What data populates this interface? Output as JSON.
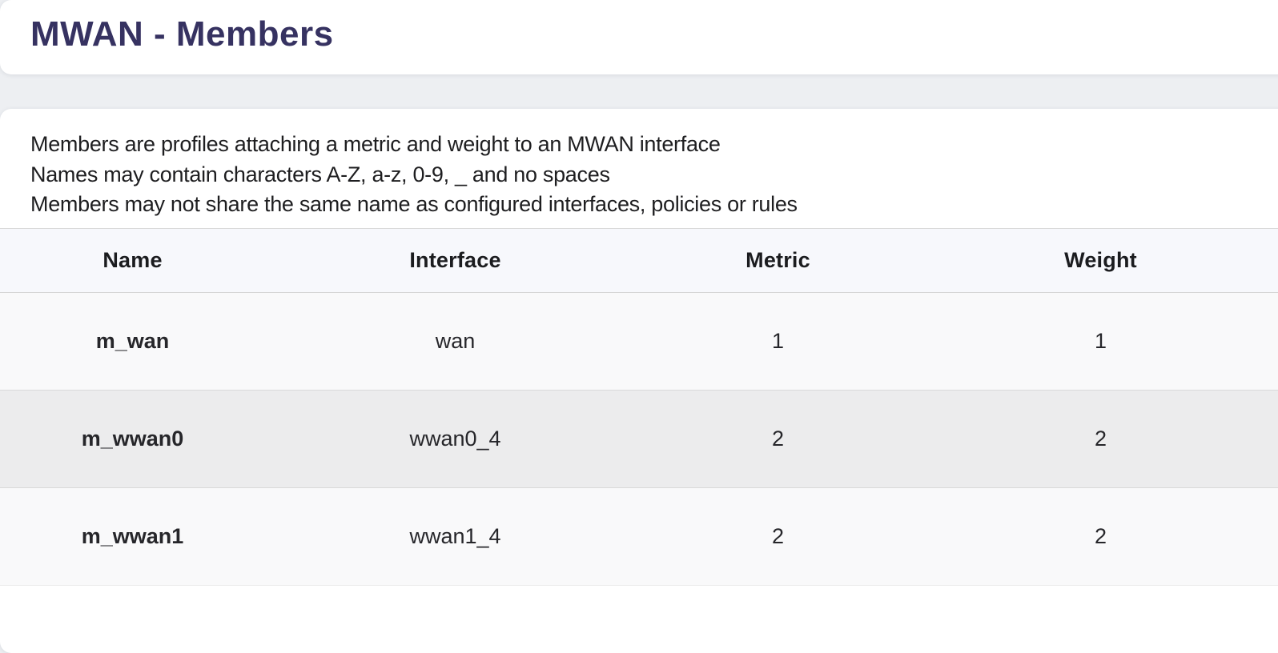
{
  "page": {
    "title": "MWAN - Members"
  },
  "description": {
    "line1": "Members are profiles attaching a metric and weight to an MWAN interface",
    "line2": "Names may contain characters A-Z, a-z, 0-9, _ and no spaces",
    "line3": "Members may not share the same name as configured interfaces, policies or rules"
  },
  "table": {
    "headers": [
      "Name",
      "Interface",
      "Metric",
      "Weight"
    ],
    "rows": [
      {
        "name": "m_wan",
        "interface": "wan",
        "metric": "1",
        "weight": "1"
      },
      {
        "name": "m_wwan0",
        "interface": "wwan0_4",
        "metric": "2",
        "weight": "2"
      },
      {
        "name": "m_wwan1",
        "interface": "wwan1_4",
        "metric": "2",
        "weight": "2"
      }
    ]
  },
  "colors": {
    "title_text": "#363261",
    "page_background": "#edeff2",
    "card_background": "#ffffff",
    "table_header_background": "#f7f8fc",
    "row_background": "#f9f9fa",
    "row_alternate_background": "#ececed",
    "border": "#d9d9d9",
    "body_text": "#1e1e20"
  }
}
